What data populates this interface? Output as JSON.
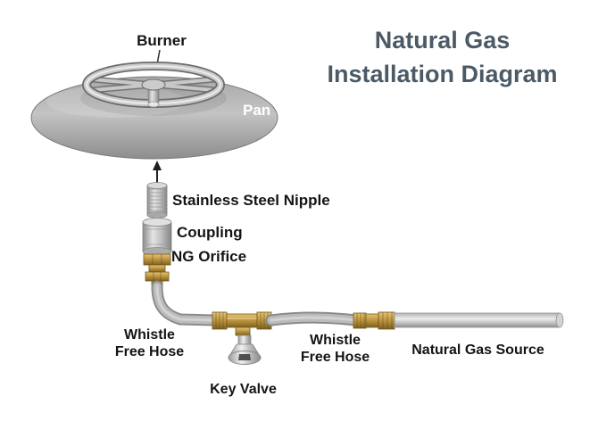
{
  "title": {
    "line1": "Natural Gas",
    "line2": "Installation Diagram"
  },
  "labels": {
    "burner": "Burner",
    "pan": "Pan",
    "nipple": "Stainless Steel Nipple",
    "coupling": "Coupling",
    "orifice": "NG Orifice",
    "hose_left": {
      "line1": "Whistle",
      "line2": "Free Hose"
    },
    "hose_right": {
      "line1": "Whistle",
      "line2": "Free Hose"
    },
    "key_valve": "Key Valve",
    "gas_source": "Natural Gas Source"
  },
  "colors": {
    "title_text": "#4c5a66",
    "label_text": "#141414",
    "pan_label_text": "#ffffff",
    "brass": "#b8923a",
    "steel": "#c0c0c0"
  }
}
